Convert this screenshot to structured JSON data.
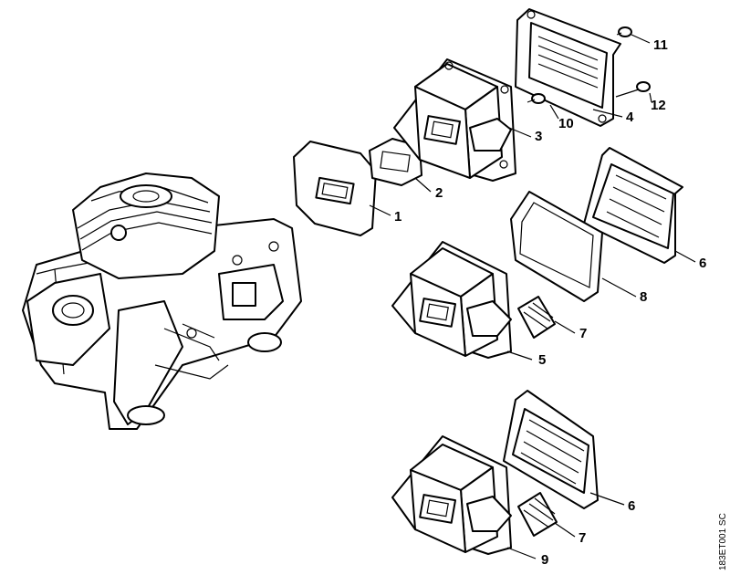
{
  "diagram": {
    "callouts": {
      "c1": "1",
      "c2": "2",
      "c3": "3",
      "c4": "4",
      "c5": "5",
      "c6a": "6",
      "c6b": "6",
      "c7a": "7",
      "c7b": "7",
      "c8": "8",
      "c9": "9",
      "c10": "10",
      "c11": "11",
      "c12": "12"
    },
    "document_id": "183ET001 SC"
  }
}
